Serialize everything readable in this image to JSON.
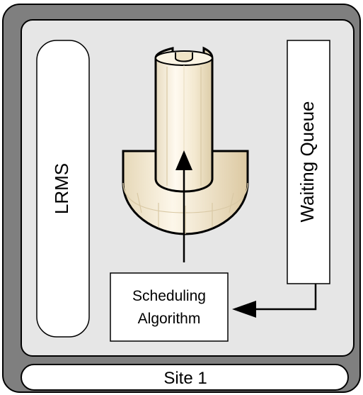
{
  "colors": {
    "outer_frame": "#7f7f7f",
    "inner_panel": "#e6e6e6",
    "box_fill": "#ffffff",
    "stroke": "#000000",
    "cylinder_fill": "#f5ecd6",
    "cylinder_line": "#d9c9a5"
  },
  "diagram": {
    "lrms_label": "LRMS",
    "waiting_queue_label": "Waiting Queue",
    "scheduler_label_line1": "Scheduling",
    "scheduler_label_line2": "Algorithm",
    "site_label": "Site 1"
  },
  "icons": {
    "resource": "cylinder-resource-icon"
  }
}
